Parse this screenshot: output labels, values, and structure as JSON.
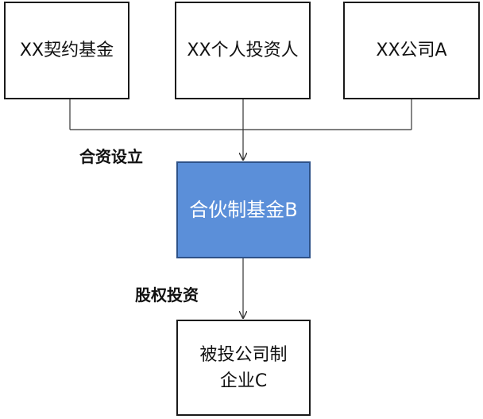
{
  "nodes": {
    "contract_fund": "XX契约基金",
    "individual_investor": "XX个人投资人",
    "company_a": "XX公司A",
    "partnership_fund": "合伙制基金B",
    "investee_company": "被投公司制企业C"
  },
  "edge_labels": {
    "joint_establishment": "合资设立",
    "equity_investment": "股权投资"
  },
  "colors": {
    "highlight_fill": "#5b8fd9",
    "border": "#1a1a1a",
    "connector": "#333333"
  }
}
